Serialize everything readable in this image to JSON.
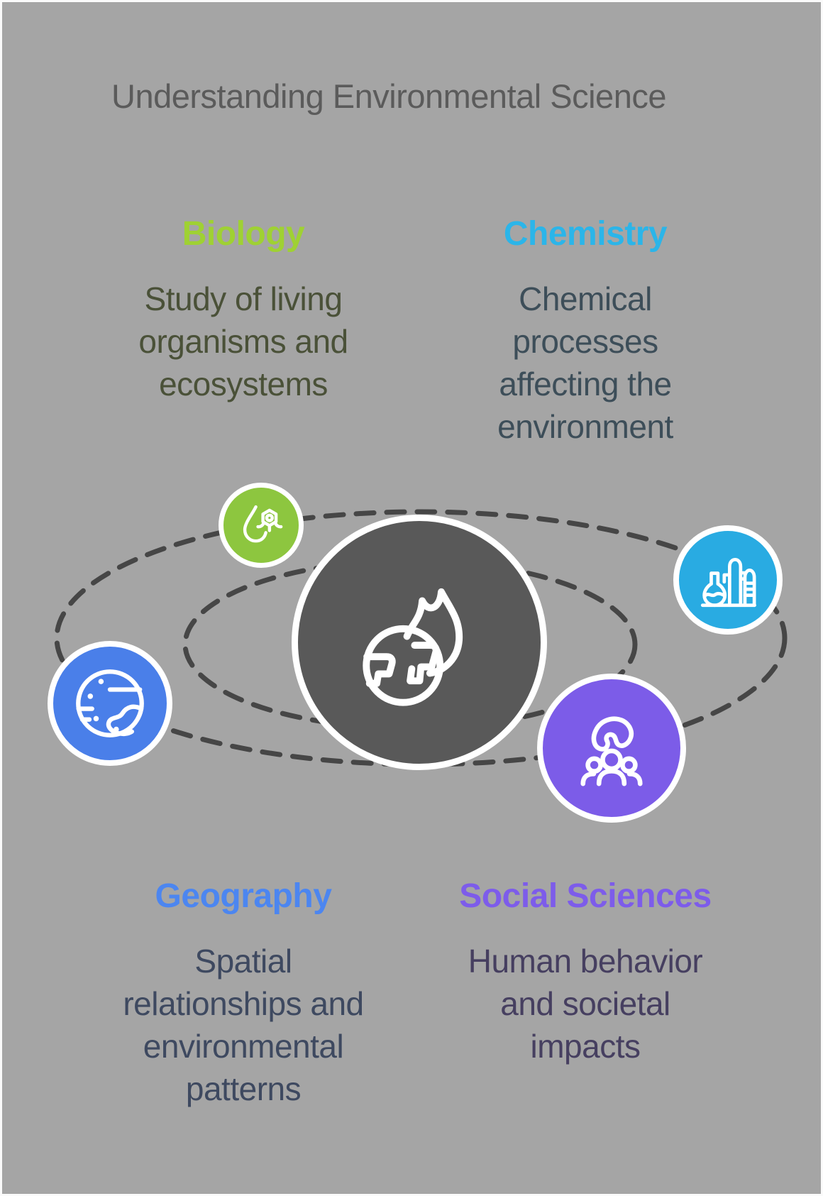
{
  "title": "Understanding Environmental Science",
  "background_color": "#A5A5A5",
  "frame_color": "#FAFAFA",
  "orbits": {
    "style": "dashed",
    "color": "#464646",
    "count": 2
  },
  "center": {
    "icon": "burning-earth-icon",
    "circle_color": "#595959",
    "ring_color": "#FFFFFF"
  },
  "sections": [
    {
      "id": "biology",
      "heading": "Biology",
      "heading_color": "#9FD133",
      "body": "Study of living\norganisms and\necosystems",
      "body_color": "#4A5138",
      "icon": "water-molecule-icon",
      "circle_color": "#8DC63F"
    },
    {
      "id": "chemistry",
      "heading": "Chemistry",
      "heading_color": "#2BB5E9",
      "body": "Chemical\nprocesses\naffecting the\nenvironment",
      "body_color": "#3D4E59",
      "icon": "chemical-plant-icon",
      "circle_color": "#29ABE2"
    },
    {
      "id": "geography",
      "heading": "Geography",
      "heading_color": "#4C86F0",
      "body": "Spatial\nrelationships and\nenvironmental\npatterns",
      "body_color": "#3E4960",
      "icon": "planet-icon",
      "circle_color": "#4A7FE9"
    },
    {
      "id": "social-sciences",
      "heading": "Social Sciences",
      "heading_color": "#7D5CEA",
      "body": "Human behavior\nand societal\nimpacts",
      "body_color": "#463F60",
      "icon": "community-care-icon",
      "circle_color": "#7C5CE8"
    }
  ]
}
